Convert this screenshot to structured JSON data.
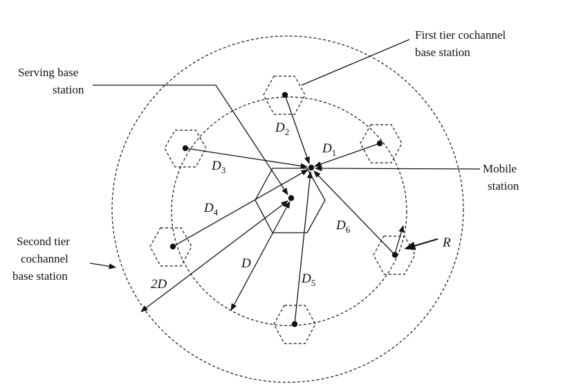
{
  "labels": {
    "first_tier_line1": "First tier cochannel",
    "first_tier_line2": "base station",
    "serving_line1": "Serving base",
    "serving_line2": "station",
    "mobile_line1": "Mobile",
    "mobile_line2": "station",
    "second_tier_line1": "Second tier",
    "second_tier_line2": "cochannel",
    "second_tier_line3": "base station"
  },
  "distances": [
    {
      "id": "D1",
      "sym": "D",
      "sub": "1"
    },
    {
      "id": "D2",
      "sym": "D",
      "sub": "2"
    },
    {
      "id": "D3",
      "sym": "D",
      "sub": "3"
    },
    {
      "id": "D4",
      "sym": "D",
      "sub": "4"
    },
    {
      "id": "D5",
      "sym": "D",
      "sub": "5"
    },
    {
      "id": "D6",
      "sym": "D",
      "sub": "6"
    }
  ],
  "reuse_distance": "D",
  "second_tier_distance": "2D",
  "cell_radius": "R",
  "colors": {
    "ink": "#111111",
    "background": "#ffffff"
  }
}
